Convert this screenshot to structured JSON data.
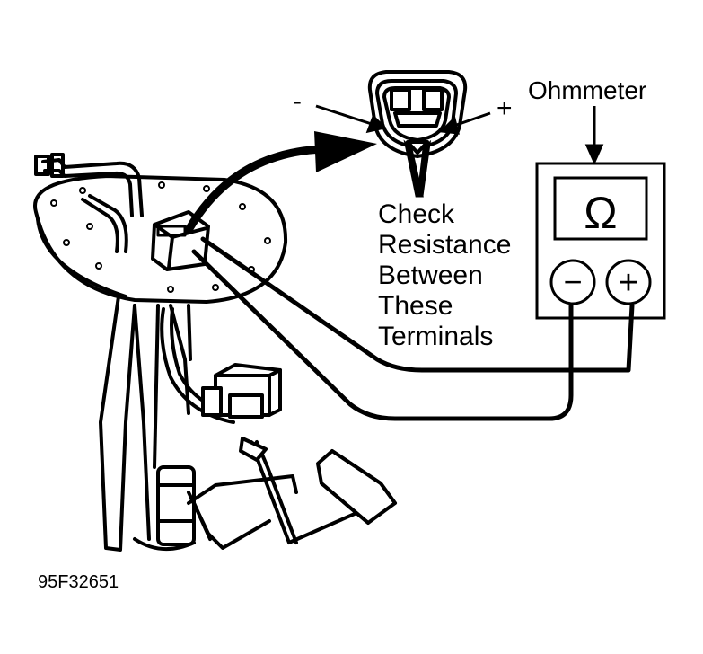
{
  "labels": {
    "minus": "-",
    "plus": "+",
    "ohmmeter": "Ohmmeter",
    "omega": "Ω",
    "meter_minus": "−",
    "meter_plus": "+",
    "instruction_lines": [
      "Check",
      "Resistance",
      "Between",
      "These",
      "Terminals"
    ],
    "figure_code": "95F32651"
  },
  "colors": {
    "ink": "#000000",
    "paper": "#ffffff"
  }
}
